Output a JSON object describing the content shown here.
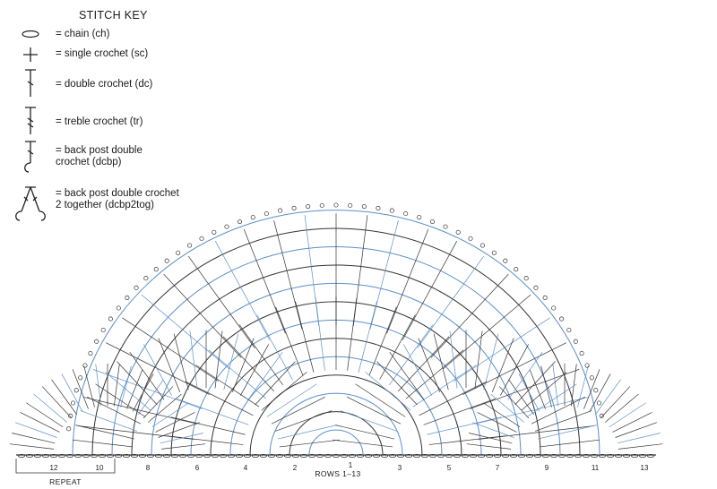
{
  "stitch_key": {
    "title": "STITCH KEY",
    "items": [
      {
        "icon": "chain-icon",
        "text": "= chain (ch)"
      },
      {
        "icon": "single-crochet-icon",
        "text": "= single crochet (sc)"
      },
      {
        "icon": "double-crochet-icon",
        "text": "= double crochet (dc)"
      },
      {
        "icon": "treble-crochet-icon",
        "text": "= treble crochet (tr)"
      },
      {
        "icon": "back-post-double-crochet-icon",
        "text": "= back post double\ncrochet (dcbp)"
      },
      {
        "icon": "back-post-double-crochet-2-together-icon",
        "text": "= back post double crochet\n2 together (dcbp2tog)"
      }
    ]
  },
  "chart": {
    "colors": {
      "ink": "#333333",
      "blue": "#5b8fc9"
    },
    "row_labels_left": [
      "12",
      "10",
      "8",
      "6",
      "4",
      "2"
    ],
    "row_labels_right": [
      "1",
      "3",
      "5",
      "7",
      "9",
      "11",
      "13"
    ],
    "rows_caption": "ROWS 1–13",
    "repeat_label": "REPEAT"
  }
}
